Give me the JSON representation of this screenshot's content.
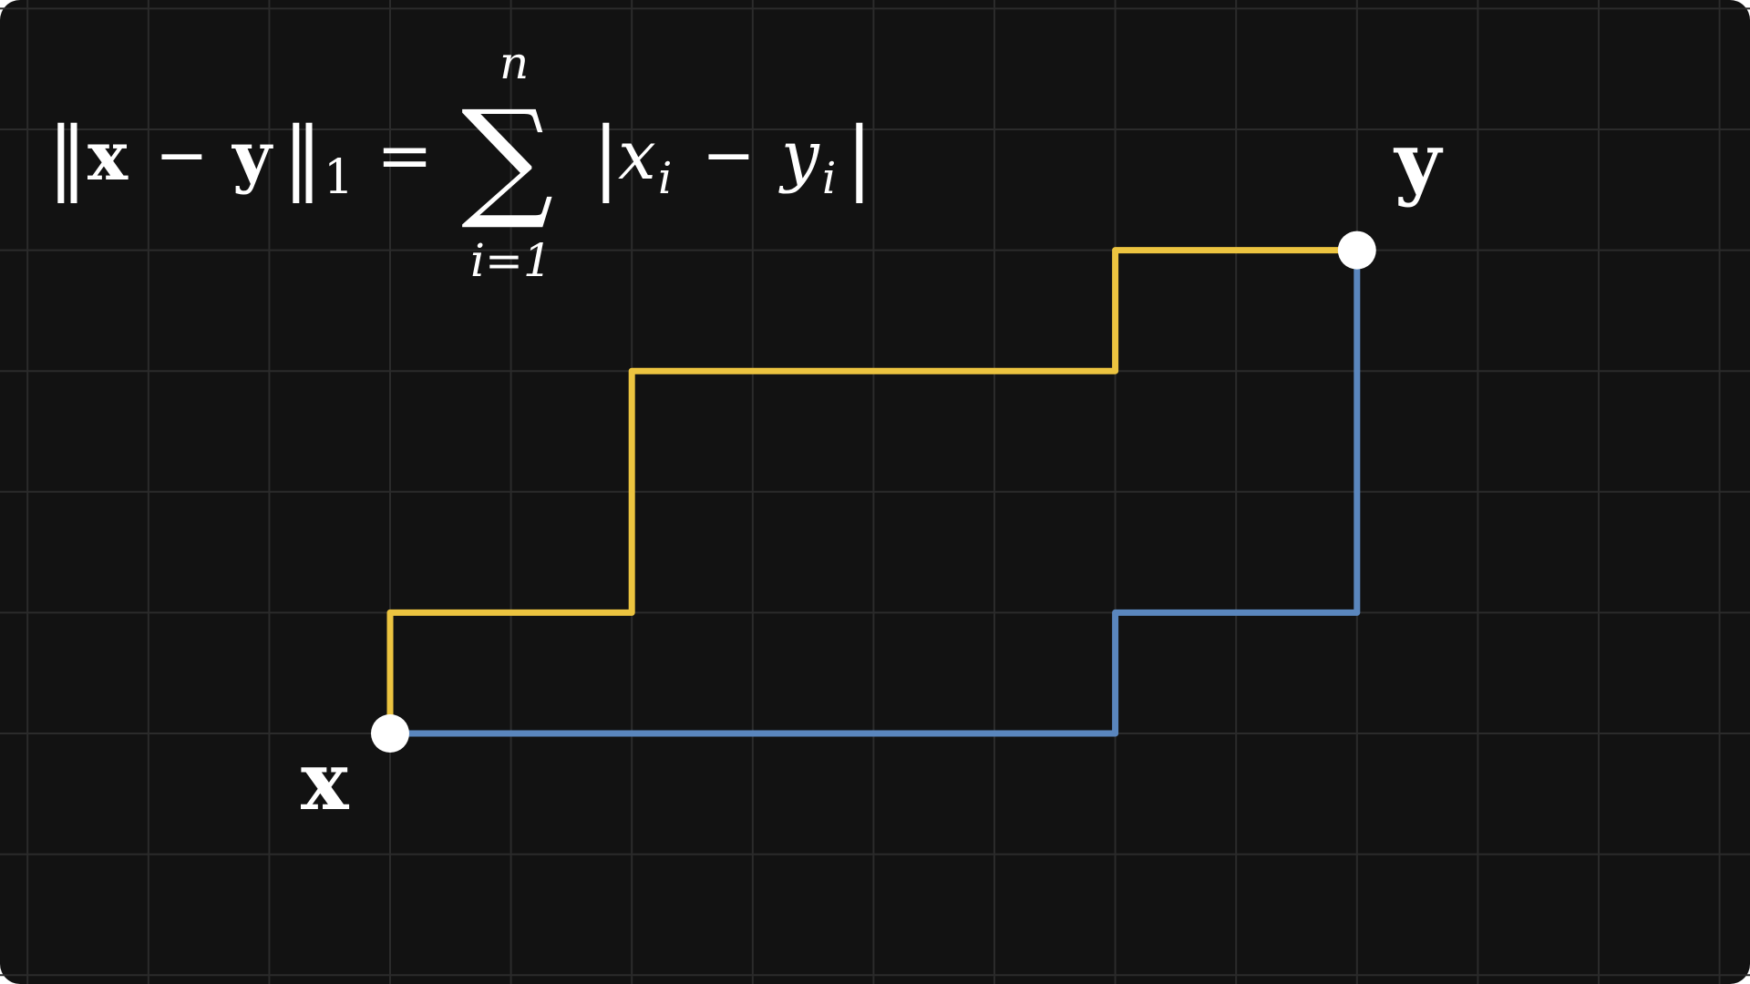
{
  "colors": {
    "background": "#121212",
    "grid": "#2b2b2b",
    "path_yellow": "#ecc440",
    "path_blue": "#5a86bd",
    "point": "#ffffff",
    "text": "#ffffff"
  },
  "formula": {
    "norm_bar": "‖",
    "vec_x": "x",
    "minus": "−",
    "vec_y": "y",
    "norm_sub": "1",
    "equals": "=",
    "sum_symbol": "∑",
    "sum_upper": "n",
    "sum_lower": "i=1",
    "abs_bar": "|",
    "x_i": "x",
    "y_i": "y",
    "index": "i"
  },
  "labels": {
    "point_x": "x",
    "point_y": "y"
  },
  "diagram": {
    "grid_step": 1,
    "point_x": [
      0,
      0
    ],
    "point_y": [
      8,
      4
    ],
    "yellow_path": [
      [
        0,
        0
      ],
      [
        0,
        1
      ],
      [
        2,
        1
      ],
      [
        2,
        3
      ],
      [
        6,
        3
      ],
      [
        6,
        4
      ],
      [
        8,
        4
      ]
    ],
    "blue_path": [
      [
        0,
        0
      ],
      [
        6,
        0
      ],
      [
        6,
        1
      ],
      [
        8,
        1
      ],
      [
        8,
        4
      ]
    ]
  }
}
